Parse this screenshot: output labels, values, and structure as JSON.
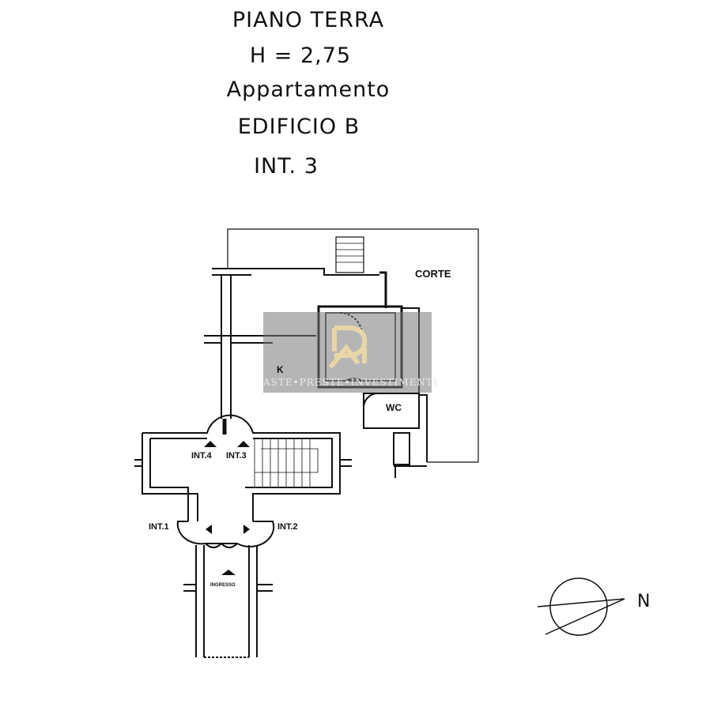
{
  "header": {
    "floor": "PIANO TERRA",
    "height": "H = 2,75",
    "type": "Appartamento",
    "building": "EDIFICIO B",
    "unit": "INT. 3"
  },
  "plan": {
    "courtyard": "CORTE",
    "kitchen": "K",
    "wc": "WC",
    "int1": "INT.1",
    "int2": "INT.2",
    "int3": "INT.3",
    "int4": "INT.4",
    "entrance": "INGRESSO"
  },
  "compass": {
    "north": "N"
  },
  "watermark": {
    "text": "ASTE•PRESTE•INVESTIMENTI",
    "logo": "RI"
  }
}
